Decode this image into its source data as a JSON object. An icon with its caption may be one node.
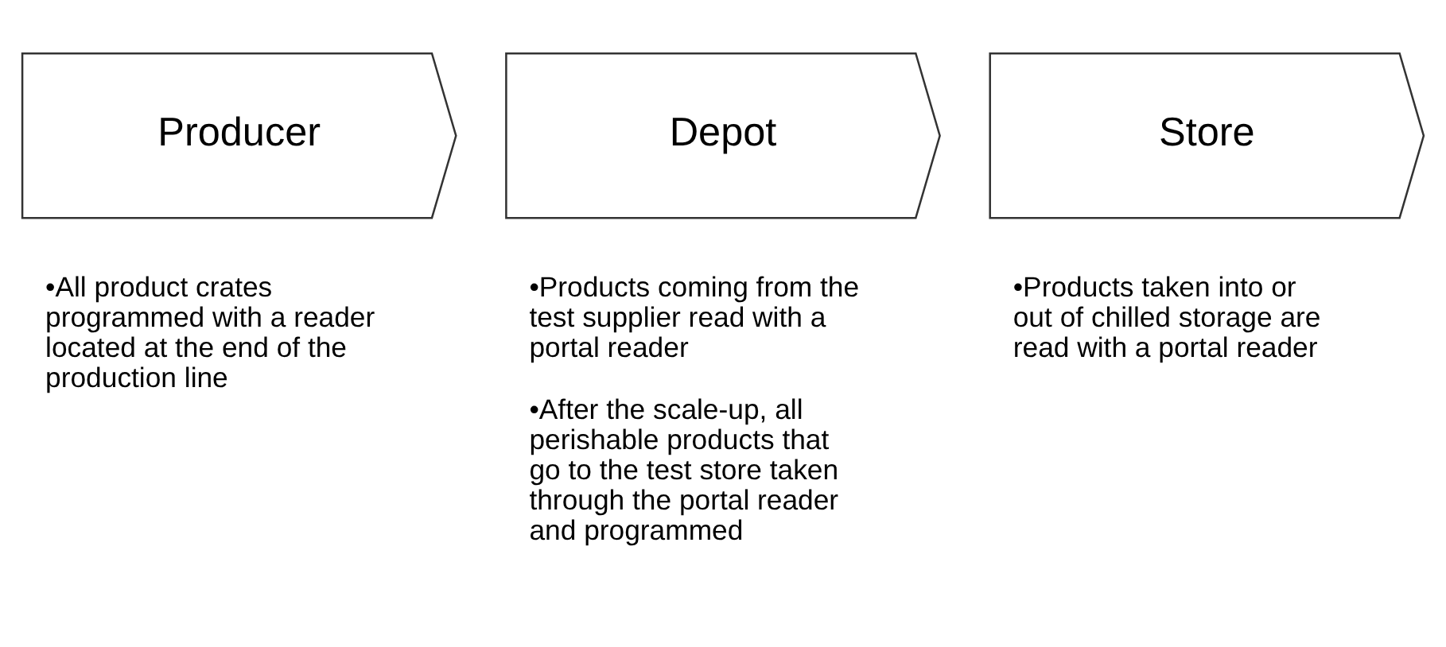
{
  "diagram": {
    "nodes": [
      {
        "text": [
          "Producer"
        ],
        "beside": [
          "•All product crates programmed with a reader located at the end of the production line"
        ]
      },
      {
        "text": [
          "Depot"
        ],
        "beside": [
          "•Products coming from the test supplier read with a portal reader",
          "•After the scale-up, all perishable products that go to the test store taken through the portal reader and programmed"
        ]
      },
      {
        "text": [
          "Store"
        ],
        "beside": [
          "•Products taken into or out of chilled storage are read with a portal reader"
        ]
      }
    ],
    "edges": []
  }
}
